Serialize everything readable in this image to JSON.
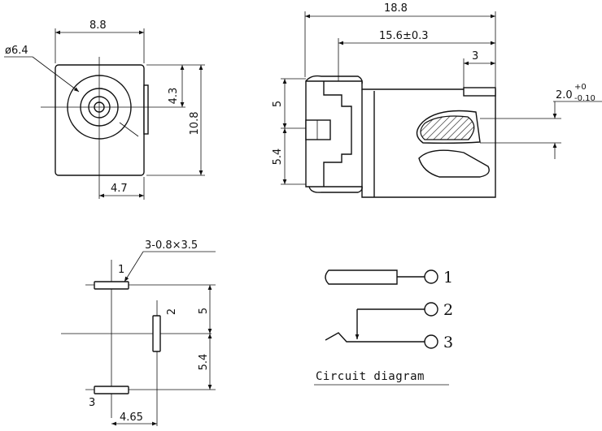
{
  "front_view": {
    "dim_width": "8.8",
    "dim_diameter": "ø6.4",
    "dim_center_height": "4.3",
    "dim_height": "10.8",
    "dim_center_offset": "4.7"
  },
  "side_view": {
    "dim_length": "18.8",
    "dim_body": "15.6±0.3",
    "dim_tab": "3",
    "dim_upper": "5",
    "dim_lower": "5.4",
    "dim_pin": "2.0",
    "dim_pin_tol_plus": "+0",
    "dim_pin_tol_minus": "-0.10"
  },
  "footprint": {
    "slot_spec": "3-0.8×3.5",
    "pin1": "1",
    "pin2": "2",
    "pin3": "3",
    "dim_5": "5",
    "dim_5_4": "5.4",
    "dim_4_65": "4.65"
  },
  "circuit": {
    "pin1": "1",
    "pin2": "2",
    "pin3": "3",
    "caption": "Circuit diagram"
  }
}
